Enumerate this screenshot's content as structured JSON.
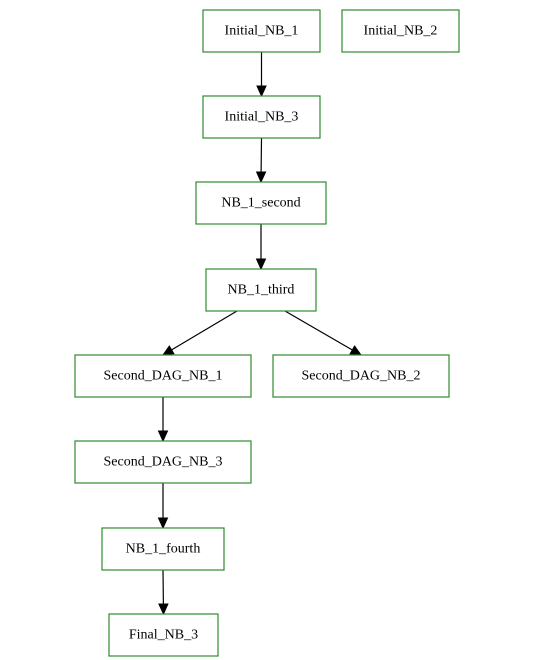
{
  "diagram": {
    "type": "dag",
    "colors": {
      "node_border": "#2e8b2e",
      "edge": "#000000",
      "background": "#ffffff"
    },
    "nodes": [
      {
        "id": "initial_nb_1",
        "label": "Initial_NB_1"
      },
      {
        "id": "initial_nb_2",
        "label": "Initial_NB_2"
      },
      {
        "id": "initial_nb_3",
        "label": "Initial_NB_3"
      },
      {
        "id": "nb_1_second",
        "label": "NB_1_second"
      },
      {
        "id": "nb_1_third",
        "label": "NB_1_third"
      },
      {
        "id": "second_dag_nb_1",
        "label": "Second_DAG_NB_1"
      },
      {
        "id": "second_dag_nb_2",
        "label": "Second_DAG_NB_2"
      },
      {
        "id": "second_dag_nb_3",
        "label": "Second_DAG_NB_3"
      },
      {
        "id": "nb_1_fourth",
        "label": "NB_1_fourth"
      },
      {
        "id": "final_nb_3",
        "label": "Final_NB_3"
      }
    ],
    "edges": [
      {
        "from": "initial_nb_1",
        "to": "initial_nb_3"
      },
      {
        "from": "initial_nb_3",
        "to": "nb_1_second"
      },
      {
        "from": "nb_1_second",
        "to": "nb_1_third"
      },
      {
        "from": "nb_1_third",
        "to": "second_dag_nb_1"
      },
      {
        "from": "nb_1_third",
        "to": "second_dag_nb_2"
      },
      {
        "from": "second_dag_nb_1",
        "to": "second_dag_nb_3"
      },
      {
        "from": "second_dag_nb_3",
        "to": "nb_1_fourth"
      },
      {
        "from": "nb_1_fourth",
        "to": "final_nb_3"
      }
    ]
  }
}
